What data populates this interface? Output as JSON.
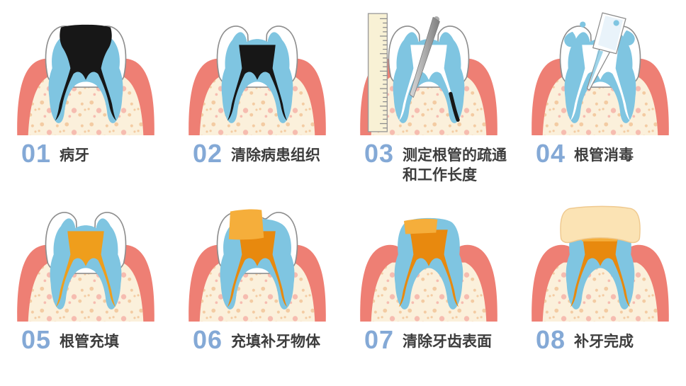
{
  "title": "Root canal treatment steps infographic",
  "steps": [
    {
      "number": "01",
      "label": "病牙"
    },
    {
      "number": "02",
      "label": "清除病患组织"
    },
    {
      "number": "03",
      "label": "测定根管的疏通和工作长度"
    },
    {
      "number": "04",
      "label": "根管消毒"
    },
    {
      "number": "05",
      "label": "根管充填"
    },
    {
      "number": "06",
      "label": "充填补牙物体"
    },
    {
      "number": "07",
      "label": "清除牙齿表面"
    },
    {
      "number": "08",
      "label": "补牙完成"
    }
  ],
  "icons": [
    "ruler-icon",
    "endo-file-icon",
    "syringe-icon",
    "droplet-icon"
  ],
  "palette": {
    "background": "#ffffff",
    "step_number": "#84a9d6",
    "label_text": "#3d3d3d",
    "gum": "#ee7f74",
    "bone": "#fbf0db",
    "bone_speckle": "#f3cba2",
    "bone_speckle_pink": "#f6bcb0",
    "dentin": "#7fc5e1",
    "enamel": "#ffffff",
    "enamel_outline": "#8e8e8e",
    "pulp_decay": "#171717",
    "canal_filling": "#ef9e1c",
    "filling_dark": "#e8890e",
    "filling_block": "#f5ae3b",
    "crown_cap": "#fbe3b4",
    "crown_cap_outline": "#efc98f",
    "ruler": "#f8f1d5",
    "ruler_outline": "#9a9a9a",
    "ruler_tick": "#8c8c8c",
    "metal_light": "#d8d8d8",
    "metal_mid": "#acacac",
    "metal_dark": "#7d7d7d",
    "tool_outline": "#8a8a8a",
    "syringe_tint": "#e9f3fa",
    "droplet": "#7fc5e1"
  }
}
